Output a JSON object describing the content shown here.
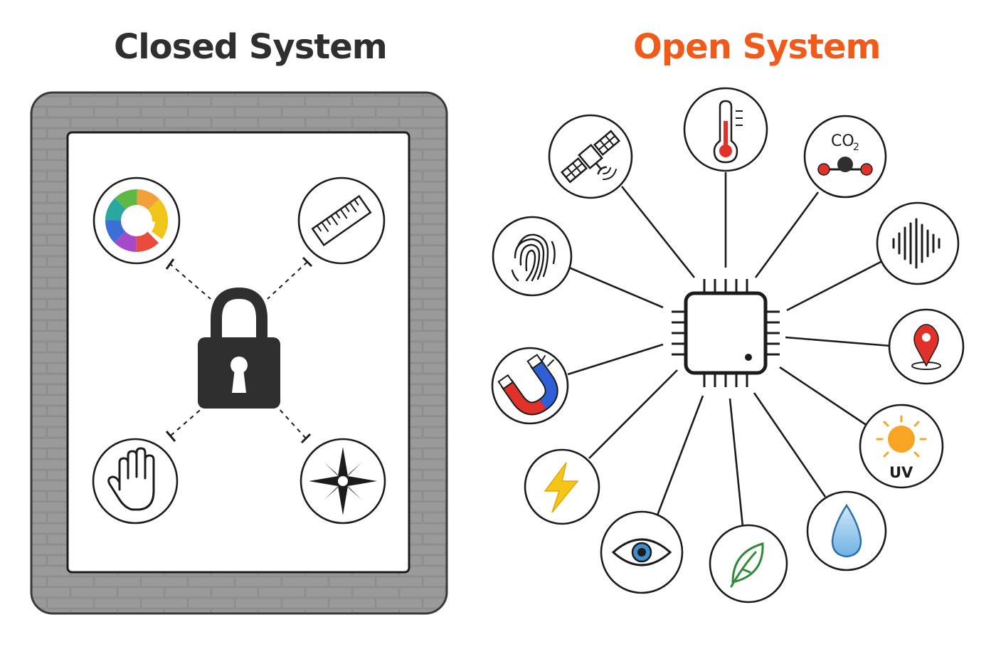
{
  "closed_system": {
    "title": "Closed System",
    "center": "padlock-icon",
    "nodes": [
      "color-wheel-icon",
      "ruler-icon",
      "hand-icon",
      "compass-rose-icon"
    ]
  },
  "open_system": {
    "title": "Open System",
    "title_color": "#f05a1a",
    "center": "microchip-icon",
    "nodes": [
      "thermometer-icon",
      "co2-molecule-icon",
      "sound-wave-icon",
      "location-pin-icon",
      "uv-sun-icon",
      "water-drop-icon",
      "leaf-icon",
      "eye-icon",
      "lightning-icon",
      "magnet-icon",
      "fingerprint-icon",
      "satellite-icon"
    ],
    "labels": {
      "co2": "CO",
      "co2_subscript": "2",
      "uv": "UV"
    }
  },
  "colors": {
    "wall": "#8e8e8e",
    "ink": "#1c1c1c",
    "accent": "#f05a1a"
  }
}
